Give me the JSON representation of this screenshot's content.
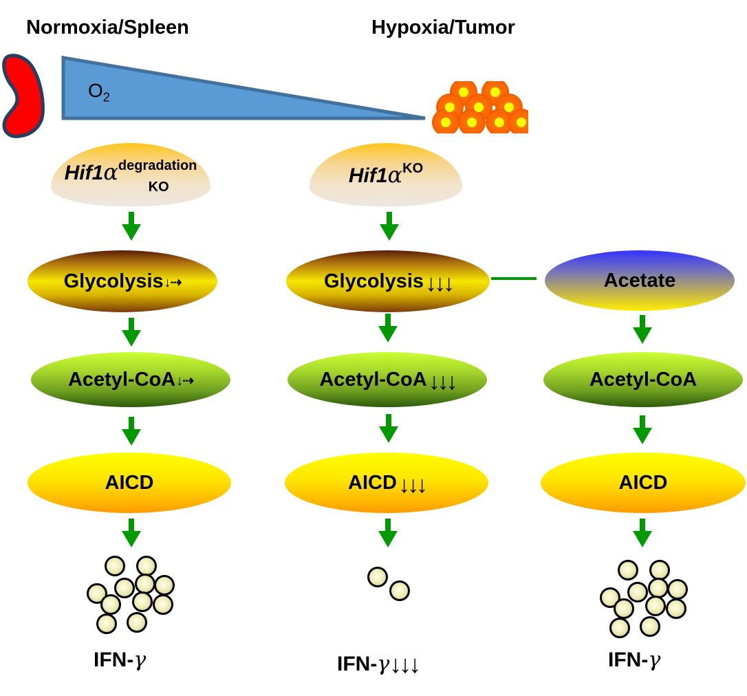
{
  "headings": {
    "left": "Normoxia/Spleen",
    "right": "Hypoxia/Tumor"
  },
  "oxygen_gradient": {
    "label_main": "O",
    "label_sub": "2",
    "fill_color": "#5b9bd5",
    "stroke_color": "#41719c"
  },
  "icons": {
    "spleen": "spleen-icon",
    "tumor": "tumor-cells-icon"
  },
  "columns": [
    {
      "id": "normoxia",
      "hif": {
        "gene": "Hif1",
        "greek": "α",
        "superscript": "degradation",
        "subscript": "KO"
      },
      "glycolysis": {
        "label": "Glycolysis",
        "indicator": "↓⇢"
      },
      "acetyl_coa": {
        "label": "Acetyl-CoA",
        "indicator": "↓⇢"
      },
      "aicd": {
        "label": "AICD",
        "indicator": ""
      },
      "ifn": {
        "label": "IFN-",
        "greek": "γ",
        "indicator": "",
        "granule_count": 11
      }
    },
    {
      "id": "hypoxia",
      "hif": {
        "gene": "Hif1",
        "greek": "α",
        "superscript": "KO",
        "subscript": ""
      },
      "glycolysis": {
        "label": "Glycolysis",
        "indicator": "↓↓↓"
      },
      "acetyl_coa": {
        "label": "Acetyl-CoA",
        "indicator": "↓↓↓"
      },
      "aicd": {
        "label": "AICD",
        "indicator": "↓↓↓"
      },
      "ifn": {
        "label": "IFN-",
        "greek": "γ",
        "indicator": "↓↓↓",
        "granule_count": 2
      }
    },
    {
      "id": "acetate-rescue",
      "acetate": {
        "label": "Acetate"
      },
      "acetyl_coa": {
        "label": "Acetyl-CoA",
        "indicator": ""
      },
      "aicd": {
        "label": "AICD",
        "indicator": ""
      },
      "ifn": {
        "label": "IFN-",
        "greek": "γ",
        "indicator": "",
        "granule_count": 11
      }
    }
  ],
  "colors": {
    "arrow_green": "#009900",
    "spleen_red": "#ff0000",
    "spleen_outline": "#243f60",
    "tumor_orange": "#ff6600",
    "tumor_nucleus": "#ffff00"
  }
}
